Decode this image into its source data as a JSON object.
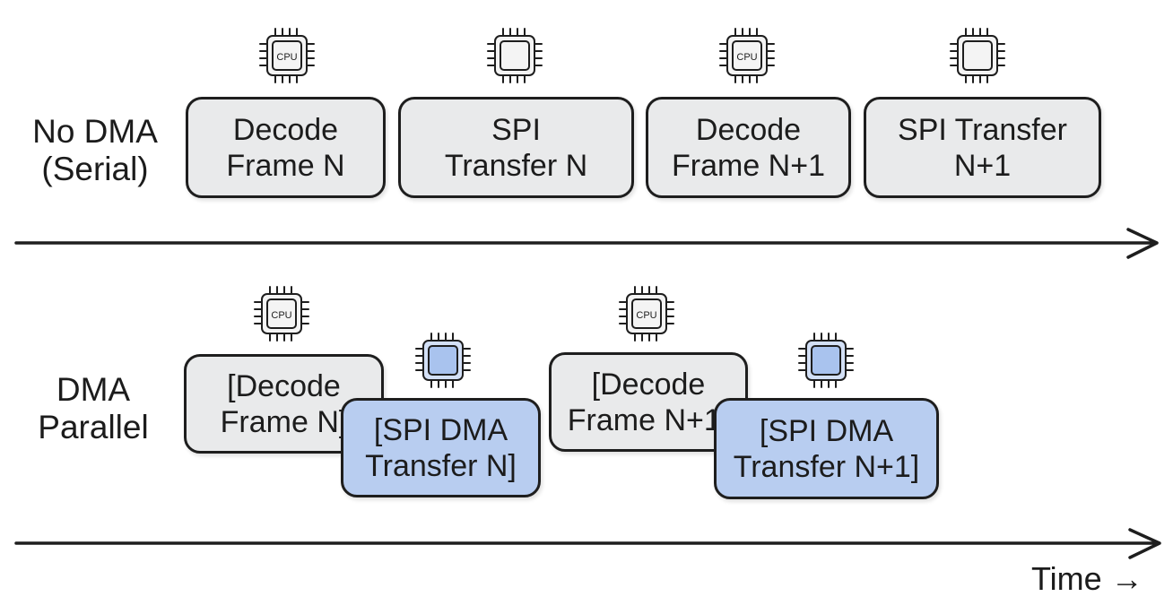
{
  "colors": {
    "ink": "#1e1e1e",
    "cpu_box_fill": "#e9eaeb",
    "dma_box_fill": "#b8cdf0",
    "dma_chip_fill": "#a9c3ee"
  },
  "rows": {
    "serial": {
      "label_lines": [
        "No DMA",
        "(Serial)"
      ],
      "boxes": [
        {
          "lines": [
            "Decode",
            "Frame N"
          ],
          "chip_icon": "cpu-chip-icon",
          "chip_text": "CPU"
        },
        {
          "lines": [
            "SPI",
            "Transfer N"
          ],
          "chip_icon": "chip-icon",
          "chip_text": ""
        },
        {
          "lines": [
            "Decode",
            "Frame N+1"
          ],
          "chip_icon": "cpu-chip-icon",
          "chip_text": "CPU"
        },
        {
          "lines": [
            "SPI Transfer",
            "N+1"
          ],
          "chip_icon": "chip-icon",
          "chip_text": ""
        }
      ]
    },
    "parallel": {
      "label_lines": [
        "DMA",
        "Parallel"
      ],
      "boxes": [
        {
          "lines": [
            "[Decode",
            "Frame N]"
          ],
          "chip_icon": "cpu-chip-icon",
          "chip_text": "CPU"
        },
        {
          "lines": [
            "[SPI DMA",
            "Transfer N]"
          ],
          "chip_icon": "dma-chip-icon",
          "chip_text": ""
        },
        {
          "lines": [
            "[Decode",
            "Frame N+1]"
          ],
          "chip_icon": "cpu-chip-icon",
          "chip_text": "CPU"
        },
        {
          "lines": [
            "[SPI DMA",
            "Transfer N+1]"
          ],
          "chip_icon": "dma-chip-icon",
          "chip_text": ""
        }
      ]
    }
  },
  "axis": {
    "time_label": "Time →"
  }
}
